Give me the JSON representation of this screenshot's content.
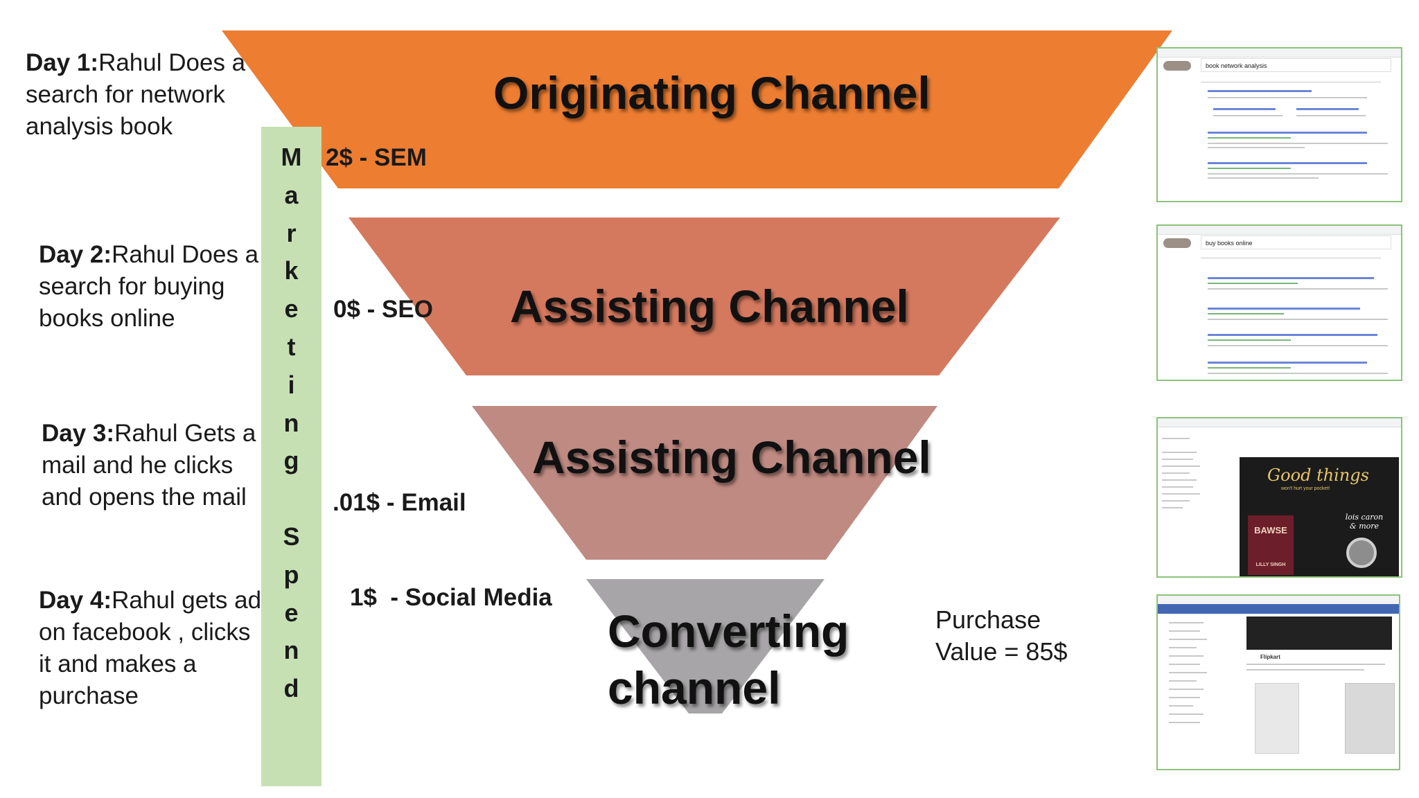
{
  "days": [
    {
      "label": "Day 1:",
      "lines": [
        "Rahul Does a",
        "search for network",
        "analysis book"
      ]
    },
    {
      "label": "Day 2:",
      "lines": [
        "Rahul Does a",
        "search for buying",
        "books online"
      ]
    },
    {
      "label": "Day 3:",
      "lines": [
        "Rahul Gets a",
        "mail and he clicks",
        "and opens the mail"
      ]
    },
    {
      "label": "Day 4:",
      "lines": [
        "Rahul gets ad",
        "on facebook , clicks",
        "it and makes a",
        "purchase"
      ]
    }
  ],
  "marketing_spend": {
    "letters": [
      "M",
      "a",
      "r",
      "k",
      "e",
      "t",
      "i",
      "n",
      "g",
      "",
      "S",
      "p",
      "e",
      "n",
      "d"
    ]
  },
  "spend_items": [
    {
      "text": "2$ - SEM"
    },
    {
      "text": "0$ - SEO"
    },
    {
      "text": ".01$ - Email"
    },
    {
      "text": "1$  - Social Media"
    }
  ],
  "channels": [
    {
      "title": "Originating Channel",
      "color": "#ed7d31"
    },
    {
      "title": "Assisting Channel",
      "color": "#d5795e"
    },
    {
      "title": "Assisting Channel",
      "color": "#bf8a82"
    },
    {
      "title_lines": [
        "Converting",
        "channel"
      ],
      "color": "#a7a5a7"
    }
  ],
  "purchase": {
    "line1": "Purchase",
    "line2": "Value = 85$"
  },
  "screenshots": [
    {
      "query": "book network analysis"
    },
    {
      "query": "buy books online"
    },
    {
      "heading": "Good things",
      "subheading": "won't hurt your pocket!",
      "aside": "lois caron & more",
      "book_title": "BAWSE",
      "book_author": "LILLY SINGH"
    },
    {
      "brand": "Flipkart"
    }
  ],
  "colors": {
    "marketing_bar": "#c6e0b4",
    "screenshot_border": "#8bc37a"
  }
}
